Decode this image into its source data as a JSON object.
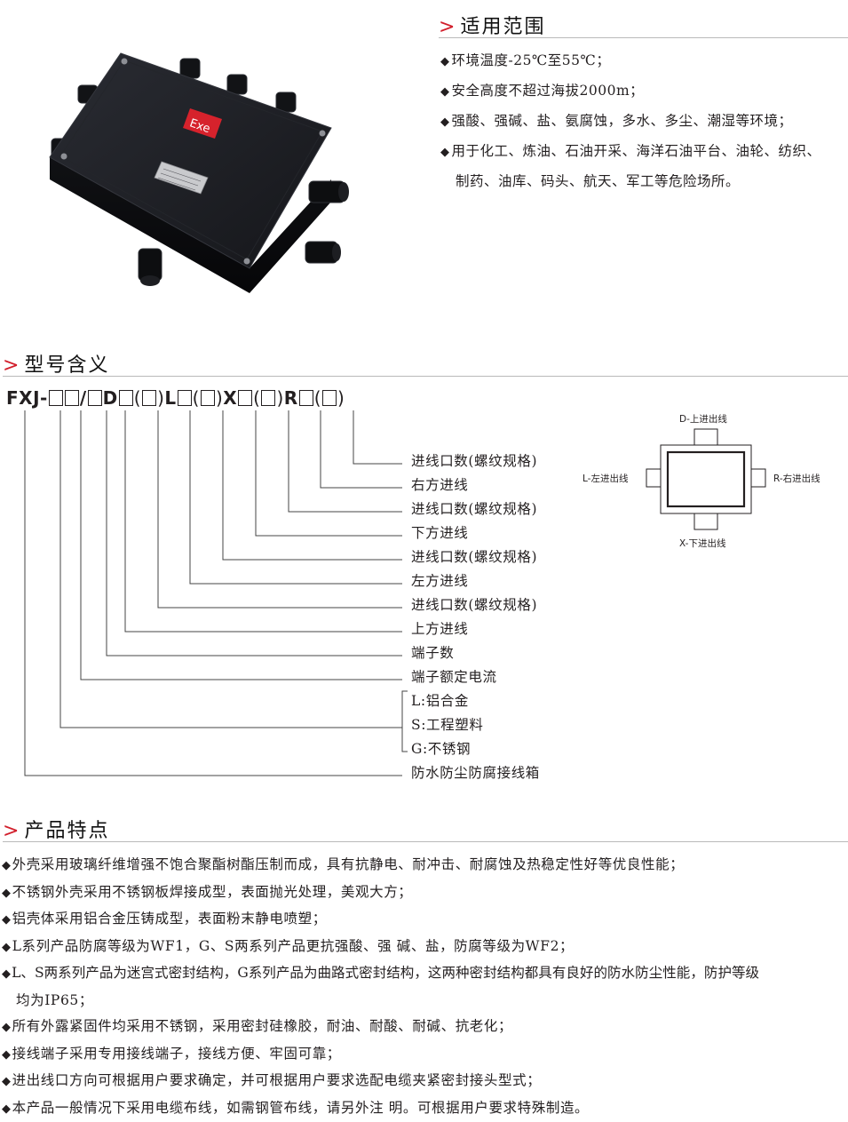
{
  "scope": {
    "title": "适用范围",
    "items": [
      "环境温度-25℃至55℃；",
      "安全高度不超过海拔2000m；",
      "强酸、强碱、盐、氨腐蚀，多水、多尘、潮湿等环境；",
      "用于化工、炼油、石油开采、海洋石油平台、油轮、纺织、"
    ],
    "item_cont": "制药、油库、码头、航天、军工等危险场所。"
  },
  "product_image": {
    "badge": "Exe"
  },
  "model": {
    "title": "型号含义",
    "code": {
      "prefix": "FXJ-",
      "slash": "/",
      "d": "D",
      "l": "L",
      "x": "X",
      "r": "R",
      "open": "(",
      "close": ")"
    },
    "labels": [
      "进线口数(螺纹规格)",
      "右方进线",
      "进线口数(螺纹规格)",
      "下方进线",
      "进线口数(螺纹规格)",
      "左方进线",
      "进线口数(螺纹规格)",
      "上方进线",
      "端子数",
      "端子额定电流",
      "L:铝合金",
      "S:工程塑料",
      "G:不锈钢",
      "防水防尘防腐接线箱"
    ],
    "diagram": {
      "top": "D-上进出线",
      "left": "L-左进出线",
      "right": "R-右进出线",
      "bottom": "X-下进出线"
    }
  },
  "features": {
    "title": "产品特点",
    "items": [
      "外壳采用玻璃纤维增强不饱合聚酯树酯压制而成，具有抗静电、耐冲击、耐腐蚀及热稳定性好等优良性能；",
      "不锈钢外壳采用不锈钢板焊接成型，表面抛光处理，美观大方；",
      "铝壳体采用铝合金压铸成型，表面粉末静电喷塑；",
      "L系列产品防腐等级为WF1，G、S两系列产品更抗强酸、强 碱、盐，防腐等级为WF2；",
      "L、S两系列产品为迷宫式密封结构，G系列产品为曲路式密封结构，这两种密封结构都具有良好的防水防尘性能，防护等级",
      "所有外露紧固件均采用不锈钢，采用密封硅橡胶，耐油、耐酸、耐碱、抗老化；",
      "接线端子采用专用接线端子，接线方便、牢固可靠；",
      "进出线口方向可根据用户要求确定，并可根据用户要求选配电缆夹紧密封接头型式；",
      "本产品一般情况下采用电缆布线，如需钢管布线，请另外注 明。可根据用户要求特殊制造。"
    ],
    "item_cont": "均为IP65；"
  },
  "colors": {
    "accent": "#d21e2b",
    "text": "#231f20",
    "enclosure": "#1b1c20"
  }
}
